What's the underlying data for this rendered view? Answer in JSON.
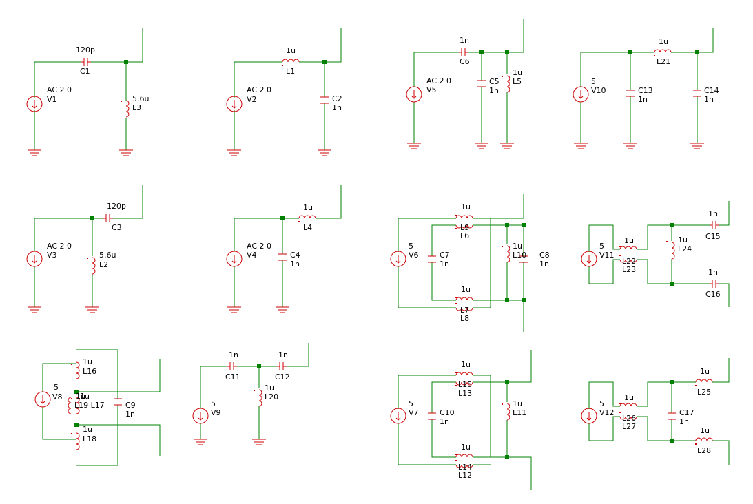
{
  "colors": {
    "wire": "#008000",
    "component": "#cc0000",
    "junction": "#008000",
    "text": "#000000",
    "background": "#ffffff"
  },
  "labels": {
    "c1_value": "120p",
    "c1_name": "C1",
    "l3_value": "5.6u",
    "l3_name": "L3",
    "v1_value": "AC 2 0",
    "v1_name": "V1",
    "l1_value": "1u",
    "l1_name": "L1",
    "c2_name": "C2",
    "c2_value": "1n",
    "v2_value": "AC 2 0",
    "v2_name": "V2",
    "c6_value": "1n",
    "c6_name": "C6",
    "c5_name": "C5",
    "c5_value": "1n",
    "l5_value": "1u",
    "l5_name": "L5",
    "v5_value": "AC 2 0",
    "v5_name": "V5",
    "l21_value": "1u",
    "l21_name": "L21",
    "v10_value": "5",
    "v10_name": "V10",
    "c13_name": "C13",
    "c13_value": "1n",
    "c14_name": "C14",
    "c14_value": "1n",
    "c3_value": "120p",
    "c3_name": "C3",
    "l2_value": "5.6u",
    "l2_name": "L2",
    "v3_value": "AC 2 0",
    "v3_name": "V3",
    "l4_value": "1u",
    "l4_name": "L4",
    "c4_name": "C4",
    "c4_value": "1n",
    "v4_value": "AC 2 0",
    "v4_name": "V4",
    "l9_value": "1u",
    "l9_name": "L9",
    "l6_name": "L6",
    "v6_value": "5",
    "v6_name": "V6",
    "c7_name": "C7",
    "c7_value": "1n",
    "l10_value": "1u",
    "l10_name": "L10",
    "c8_name": "C8",
    "c8_value": "1n",
    "l7_value": "1u",
    "l7_name": "L7",
    "l8_name": "L8",
    "v11_value": "5",
    "v11_name": "V11",
    "l22_value": "1u",
    "l22_name": "L22",
    "l23_value": "1u",
    "l23_name": "L23",
    "l24_value": "1u",
    "l24_name": "L24",
    "c15_value": "1n",
    "c15_name": "C15",
    "c16_value": "1n",
    "c16_name": "C16",
    "v8_value": "5",
    "v8_name": "V8",
    "l16_value": "1u",
    "l16_name": "L16",
    "l17_value": "1u",
    "l19_value": "1u",
    "l19_17_name": "L19 L17",
    "l18_value": "1u",
    "l18_name": "L18",
    "c9_name": "C9",
    "c9_value": "1n",
    "c11_value": "1n",
    "c11_name": "C11",
    "c12_value": "1n",
    "c12_name": "C12",
    "l20_value": "1u",
    "l20_name": "L20",
    "v9_value": "5",
    "v9_name": "V9",
    "l15_value": "1u",
    "l15_name": "L15",
    "l13_name": "L13",
    "v7_value": "5",
    "v7_name": "V7",
    "c10_name": "C10",
    "c10_value": "1n",
    "l11_value": "1u",
    "l11_name": "L11",
    "l14_value": "1u",
    "l14_name": "L14",
    "l12_name": "L12",
    "v12_value": "5",
    "v12_name": "V12",
    "l26_value": "1u",
    "l26_name": "L26",
    "l27_value": "1u",
    "l27_name": "L27",
    "c17_name": "C17",
    "c17_value": "1n",
    "l25_value": "1u",
    "l25_name": "L25",
    "l28_value": "1u",
    "l28_name": "L28"
  }
}
